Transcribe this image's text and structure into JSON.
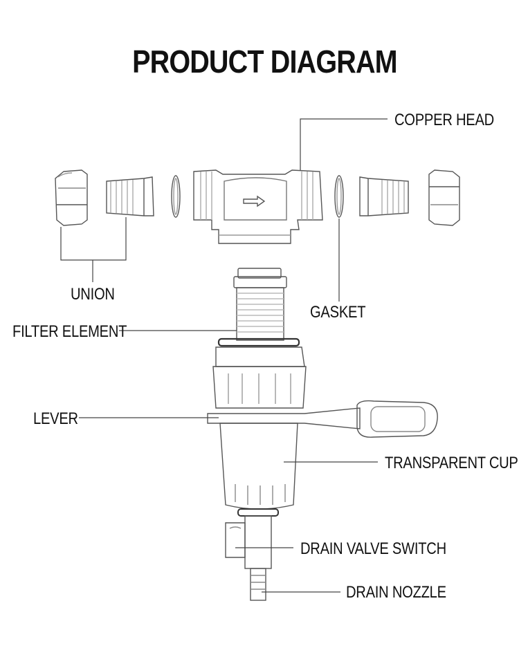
{
  "title": "PRODUCT DIAGRAM",
  "labels": {
    "copper_head": "COPPER HEAD",
    "union": "UNION",
    "gasket": "GASKET",
    "filter_element": "FILTER ELEMENT",
    "lever": "LEVER",
    "transparent_cup": "TRANSPARENT CUP",
    "drain_valve_switch": "DRAIN VALVE SWITCH",
    "drain_nozzle": "DRAIN NOZZLE"
  },
  "colors": {
    "line": "#555555",
    "text": "#111111",
    "background": "#ffffff"
  }
}
